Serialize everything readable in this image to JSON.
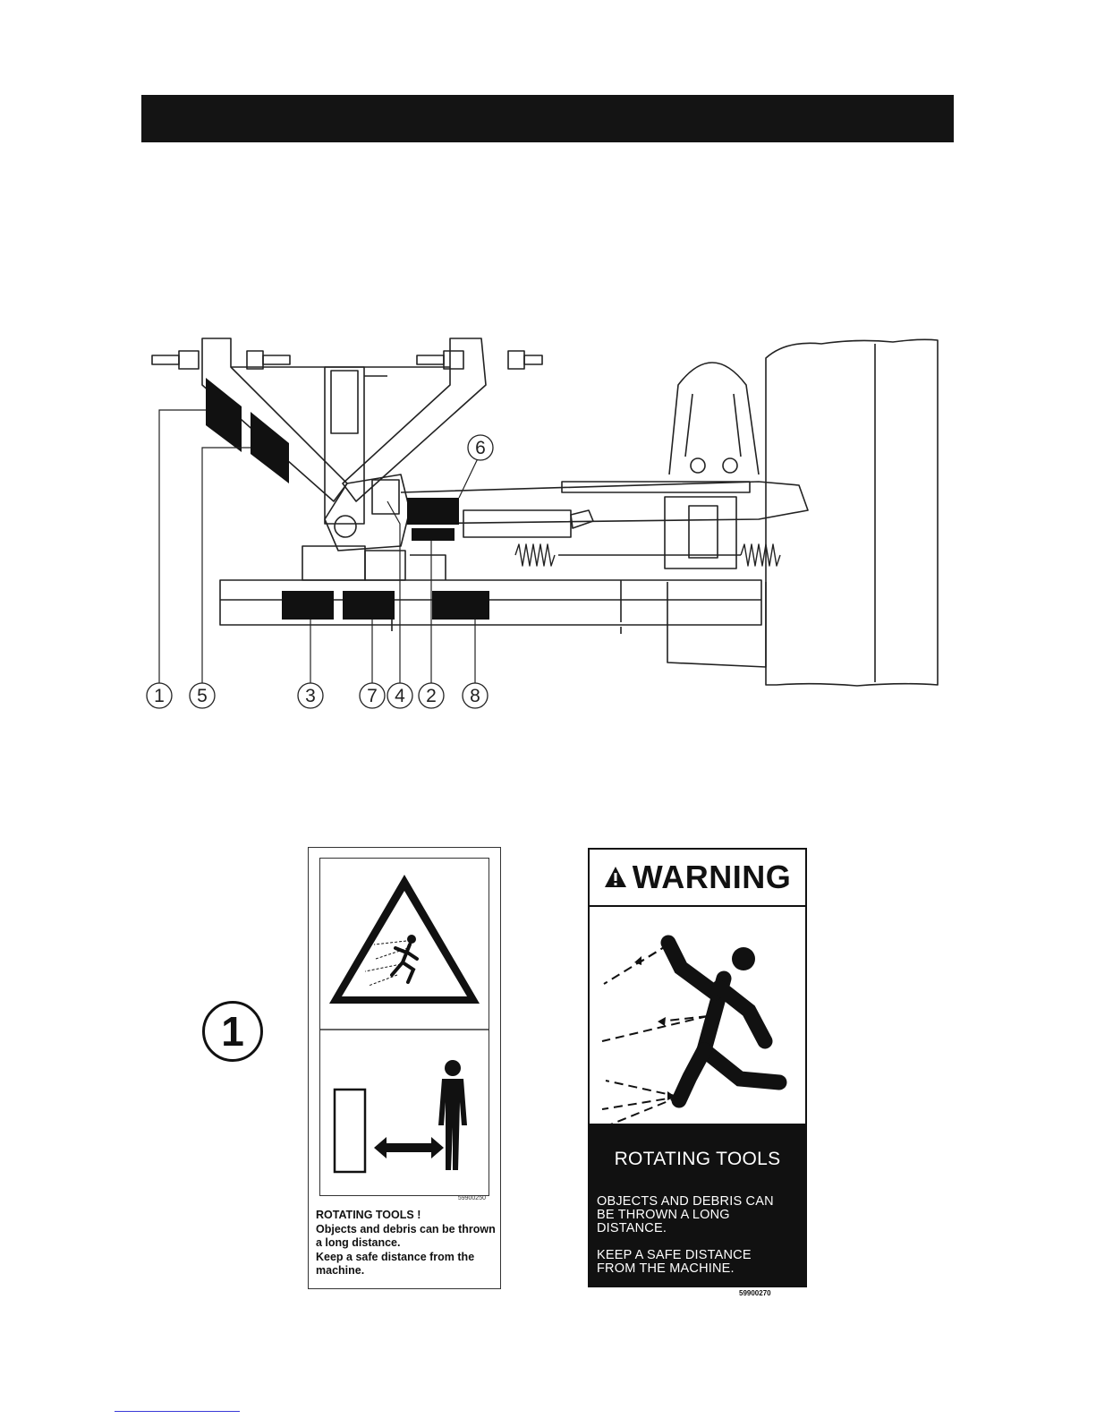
{
  "diagram": {
    "callouts": [
      "1",
      "5",
      "3",
      "7",
      "4",
      "2",
      "8",
      "6"
    ]
  },
  "decal_index": "1",
  "decal_iso": {
    "code": "59900250",
    "text_lines": [
      "ROTATING TOOLS !",
      "Objects and debris can be thrown",
      "a long distance.",
      "Keep a safe distance from the",
      "machine."
    ]
  },
  "decal_warning": {
    "header": "WARNING",
    "title": "ROTATING  TOOLS",
    "lines": [
      "OBJECTS  AND  DEBRIS  CAN",
      "BE  THROWN  A  LONG",
      "DISTANCE.",
      "",
      "KEEP  A  SAFE  DISTANCE",
      "FROM  THE  MACHINE."
    ],
    "code": "59900270"
  },
  "colors": {
    "ink": "#111111",
    "paper": "#ffffff",
    "link": "#3a3ad8"
  }
}
